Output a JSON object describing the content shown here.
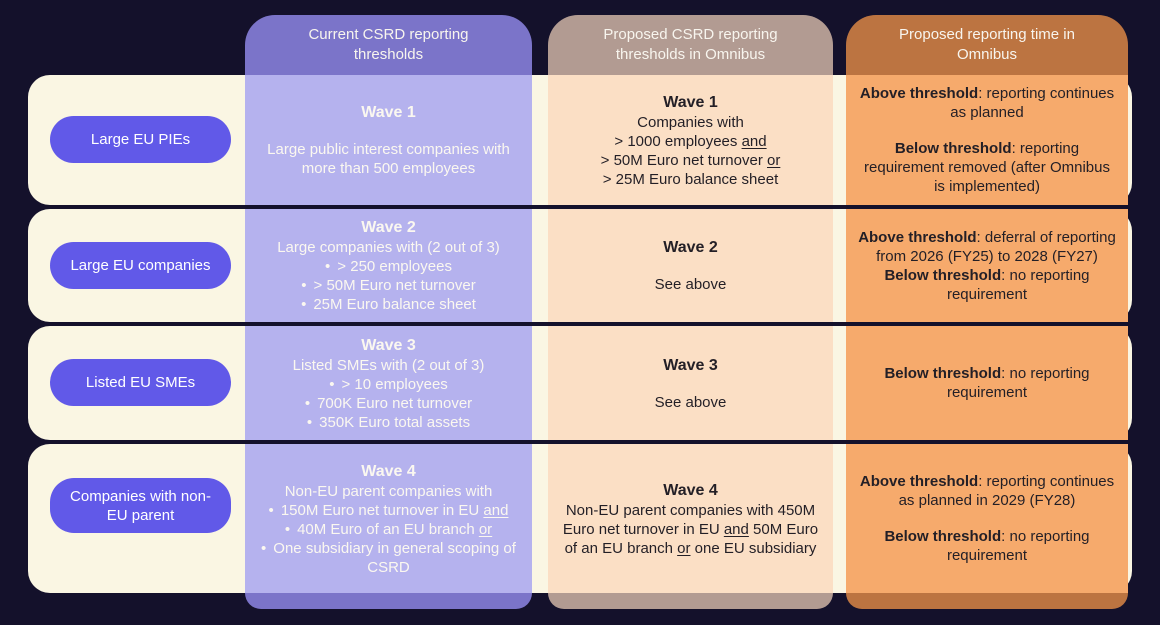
{
  "colors": {
    "bg": "#14112b",
    "row-bg": "#faf6e3",
    "label-bg": "#6159e8",
    "label-text": "#ffffff",
    "header-text": "#f8f5ee",
    "light-text": "#fbf8f0",
    "dark-text": "#231f26",
    "c1-header": "#7b74c9",
    "c1-body": "#b5b2ee",
    "c2-header": "#b29b92",
    "c2-body": "#fbdfc5",
    "c3-header": "#bc7441",
    "c3-body": "#f6aa6c"
  },
  "headers": [
    {
      "label": "Current CSRD reporting thresholds"
    },
    {
      "label": "Proposed CSRD reporting thresholds in Omnibus"
    },
    {
      "label": "Proposed reporting time in Omnibus"
    }
  ],
  "rows": [
    {
      "label": "Large EU PIEs",
      "cells": {
        "current": [
          {
            "type": "title",
            "text": "Wave 1"
          },
          {
            "type": "gap"
          },
          {
            "type": "line",
            "segments": [
              {
                "t": "Large public interest companies with more than 500 employees"
              }
            ]
          }
        ],
        "proposed": [
          {
            "type": "title",
            "text": "Wave 1"
          },
          {
            "type": "line",
            "segments": [
              {
                "t": "Companies with"
              }
            ]
          },
          {
            "type": "line",
            "segments": [
              {
                "t": "> 1000 employees "
              },
              {
                "t": "and",
                "u": true
              }
            ]
          },
          {
            "type": "line",
            "segments": [
              {
                "t": "> 50M Euro net turnover "
              },
              {
                "t": "or",
                "u": true
              }
            ]
          },
          {
            "type": "line",
            "segments": [
              {
                "t": "> 25M Euro balance sheet"
              }
            ]
          }
        ],
        "timing": [
          {
            "type": "line",
            "segments": [
              {
                "t": "Above threshold",
                "b": true
              },
              {
                "t": ": reporting continues as planned"
              }
            ]
          },
          {
            "type": "gap"
          },
          {
            "type": "line",
            "segments": [
              {
                "t": "Below threshold",
                "b": true
              },
              {
                "t": ": reporting requirement removed (after Omnibus is implemented)"
              }
            ]
          }
        ]
      }
    },
    {
      "label": "Large EU companies",
      "cells": {
        "current": [
          {
            "type": "title",
            "text": "Wave 2"
          },
          {
            "type": "line",
            "segments": [
              {
                "t": "Large companies with (2 out of 3)"
              }
            ]
          },
          {
            "type": "bullet",
            "segments": [
              {
                "t": "> 250 employees"
              }
            ]
          },
          {
            "type": "bullet",
            "segments": [
              {
                "t": "> 50M Euro net turnover"
              }
            ]
          },
          {
            "type": "bullet",
            "segments": [
              {
                "t": "25M Euro balance sheet"
              }
            ]
          }
        ],
        "proposed": [
          {
            "type": "title",
            "text": "Wave 2"
          },
          {
            "type": "gap"
          },
          {
            "type": "line",
            "segments": [
              {
                "t": "See above"
              }
            ]
          }
        ],
        "timing": [
          {
            "type": "line",
            "segments": [
              {
                "t": "Above threshold",
                "b": true
              },
              {
                "t": ": deferral of reporting from 2026 (FY25) to 2028 (FY27)"
              }
            ]
          },
          {
            "type": "line",
            "segments": [
              {
                "t": "Below threshold",
                "b": true
              },
              {
                "t": ": no reporting requirement"
              }
            ]
          }
        ]
      }
    },
    {
      "label": "Listed EU SMEs",
      "cells": {
        "current": [
          {
            "type": "title",
            "text": "Wave 3"
          },
          {
            "type": "line",
            "segments": [
              {
                "t": "Listed SMEs with (2 out of 3)"
              }
            ]
          },
          {
            "type": "bullet",
            "segments": [
              {
                "t": "> 10 employees"
              }
            ]
          },
          {
            "type": "bullet",
            "segments": [
              {
                "t": "700K Euro net turnover"
              }
            ]
          },
          {
            "type": "bullet",
            "segments": [
              {
                "t": "350K Euro total assets"
              }
            ]
          }
        ],
        "proposed": [
          {
            "type": "title",
            "text": "Wave 3"
          },
          {
            "type": "gap"
          },
          {
            "type": "line",
            "segments": [
              {
                "t": "See above"
              }
            ]
          }
        ],
        "timing": [
          {
            "type": "line",
            "segments": [
              {
                "t": "Below threshold",
                "b": true
              },
              {
                "t": ": no reporting requirement"
              }
            ]
          }
        ]
      }
    },
    {
      "label": "Companies with non-EU parent",
      "cells": {
        "current": [
          {
            "type": "title",
            "text": "Wave 4"
          },
          {
            "type": "line",
            "segments": [
              {
                "t": "Non-EU parent companies with"
              }
            ]
          },
          {
            "type": "bullet",
            "segments": [
              {
                "t": "150M Euro net turnover in EU "
              },
              {
                "t": "and",
                "u": true
              }
            ]
          },
          {
            "type": "bullet",
            "segments": [
              {
                "t": "40M Euro of an EU branch "
              },
              {
                "t": "or",
                "u": true
              }
            ]
          },
          {
            "type": "bullet",
            "segments": [
              {
                "t": "One subsidiary in general scoping of CSRD"
              }
            ]
          }
        ],
        "proposed": [
          {
            "type": "title",
            "text": "Wave 4"
          },
          {
            "type": "line",
            "segments": [
              {
                "t": "Non-EU parent companies with 450M Euro net turnover in EU "
              },
              {
                "t": "and",
                "u": true
              },
              {
                "t": " 50M Euro of an EU branch "
              },
              {
                "t": "or",
                "u": true
              },
              {
                "t": " one EU subsidiary"
              }
            ]
          }
        ],
        "timing": [
          {
            "type": "line",
            "segments": [
              {
                "t": "Above threshold",
                "b": true
              },
              {
                "t": ": reporting continues as planned in 2029 (FY28)"
              }
            ]
          },
          {
            "type": "gap"
          },
          {
            "type": "line",
            "segments": [
              {
                "t": "Below threshold",
                "b": true
              },
              {
                "t": ": no reporting requirement"
              }
            ]
          }
        ]
      }
    }
  ]
}
